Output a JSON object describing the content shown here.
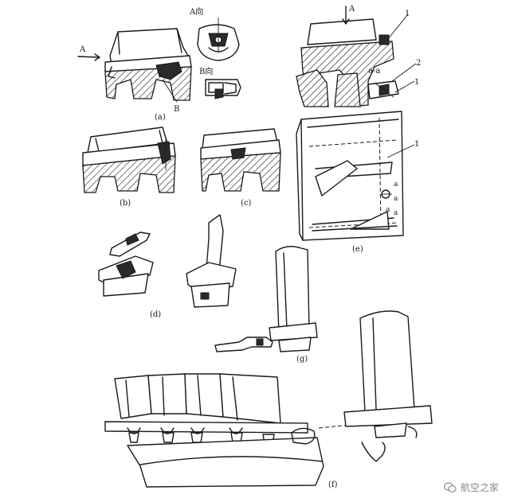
{
  "labels": {
    "a": "(a)",
    "b": "(b)",
    "c": "(c)",
    "d": "(d)",
    "e": "(e)",
    "f": "(f)",
    "g": "(g)",
    "view_a": "A向",
    "view_b": "B向",
    "arrow_a": "A",
    "arrow_a_e": "A",
    "mark_b": "B",
    "section": "a-a",
    "num_1": "1",
    "num_2": "2",
    "num_1b": "1",
    "num_1c": "1",
    "small_a1": "a",
    "small_a2": "a",
    "small_a3": "a",
    "small_a4": "a"
  },
  "watermark": {
    "text": "航空之家",
    "icon": "wechat-icon"
  }
}
